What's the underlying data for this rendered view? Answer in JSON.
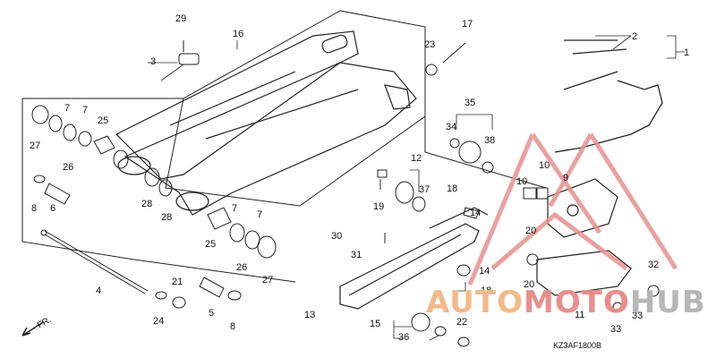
{
  "callouts": [
    "1",
    "2",
    "3",
    "4",
    "5",
    "6",
    "7",
    "7",
    "7",
    "7",
    "8",
    "8",
    "9",
    "10",
    "10",
    "11",
    "12",
    "13",
    "14",
    "14",
    "15",
    "16",
    "17",
    "18",
    "18",
    "19",
    "20",
    "20",
    "21",
    "22",
    "23",
    "24",
    "25",
    "25",
    "26",
    "26",
    "27",
    "27",
    "28",
    "28",
    "29",
    "30",
    "31",
    "32",
    "33",
    "33",
    "34",
    "35",
    "36",
    "37",
    "38"
  ],
  "diagram_code": "KZ3AF1800B",
  "direction_label": "FR.",
  "watermark": {
    "part1": "AUTO",
    "part2": "MOTO",
    "part3": "HUB"
  }
}
